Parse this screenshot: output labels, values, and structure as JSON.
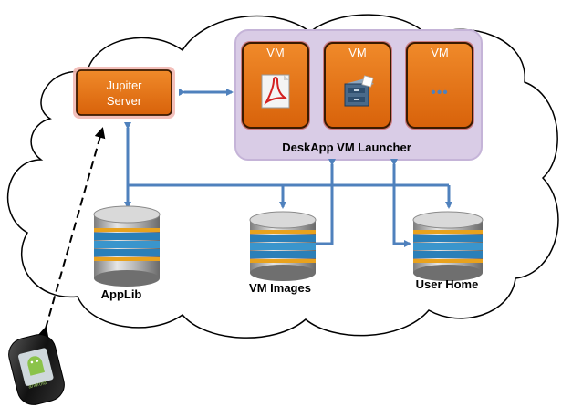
{
  "server": {
    "label_line1": "Jupiter",
    "label_line2": "Server"
  },
  "launcher": {
    "label": "DeskApp VM Launcher",
    "vms": [
      {
        "label": "VM",
        "icon": "pdf-reader-icon"
      },
      {
        "label": "VM",
        "icon": "file-cabinet-icon"
      },
      {
        "label": "VM",
        "icon": "more-dots-icon",
        "glyph": "•••"
      }
    ]
  },
  "storage": {
    "applib": {
      "label": "AppLib"
    },
    "vm_images": {
      "label": "VM Images"
    },
    "user_home": {
      "label": "User Home"
    }
  },
  "device": {
    "icon": "android-phone-icon",
    "brand": "android"
  },
  "colors": {
    "vm_box": "#e8710e",
    "launcher_bg": "#d9cce6",
    "arrow": "#4f81bd",
    "disk_blue": "#2b7fb8",
    "disk_orange": "#e8a21e"
  }
}
